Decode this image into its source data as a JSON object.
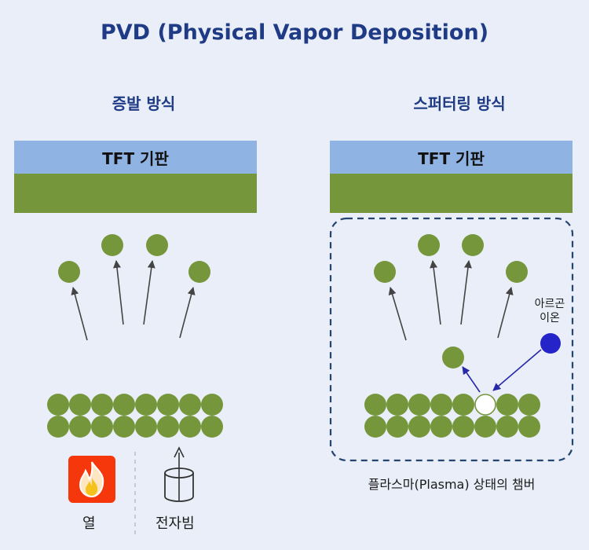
{
  "title": "PVD (Physical Vapor Deposition)",
  "left": {
    "subtitle": "증발 방식",
    "substrate_label": "TFT 기판",
    "sources": [
      {
        "label": "열",
        "icon": "fire-icon"
      },
      {
        "label": "전자빔",
        "icon": "electron-beam-icon"
      }
    ]
  },
  "right": {
    "subtitle": "스퍼터링 방식",
    "substrate_label": "TFT 기판",
    "ion_label": "아르곤\n이온",
    "chamber_label": "플라스마(Plasma) 상태의 챔버"
  },
  "colors": {
    "title": "#1f3b86",
    "background": "#e9eef8",
    "substrate_top": "#8fb3e2",
    "substrate_bottom": "#76963c",
    "particle": "#76963c",
    "ion": "#2424c8",
    "ion_arrow": "#2828a8",
    "chamber_border": "#24456e",
    "arrow": "#444444",
    "fire_bg": "#f5370b"
  }
}
